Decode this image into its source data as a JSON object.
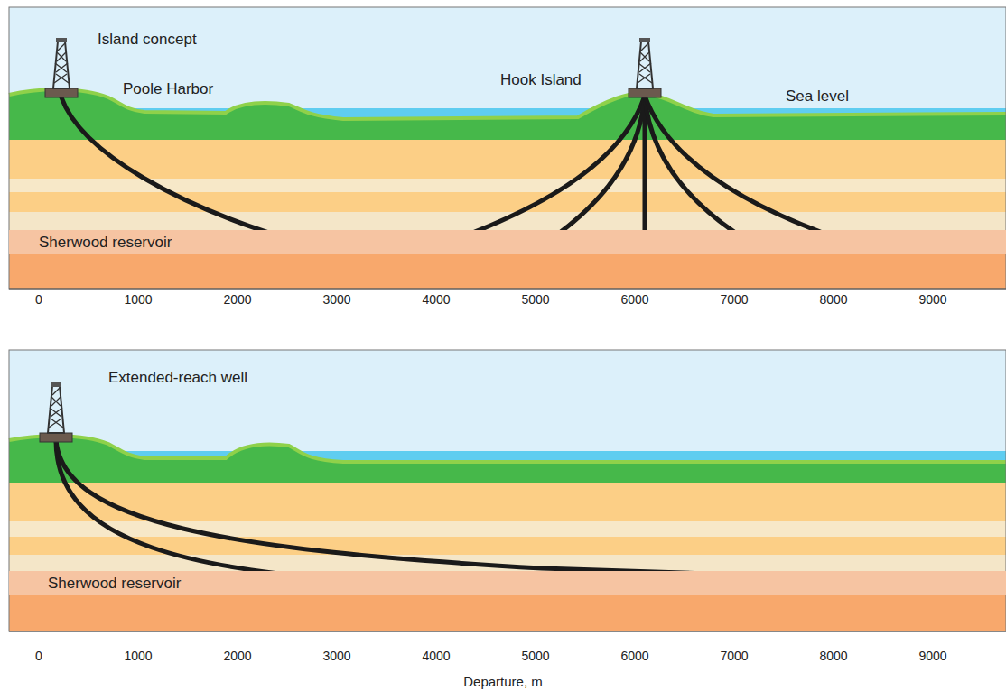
{
  "diagram": {
    "nodes": [
      {
        "text": [
          "Sherwood reservoir"
        ]
      },
      {
        "text": [
          "Sherwood reservoir"
        ]
      }
    ],
    "labels": [
      "Island concept",
      "Poole Harbor",
      "Hook Island",
      "Sea level",
      "0",
      "1000",
      "2000",
      "3000",
      "4000",
      "5000",
      "6000",
      "7000",
      "8000",
      "9000",
      "Extended-reach well",
      "0",
      "1000",
      "2000",
      "3000",
      "4000",
      "5000",
      "6000",
      "7000",
      "8000",
      "9000",
      "Departure, m"
    ]
  }
}
